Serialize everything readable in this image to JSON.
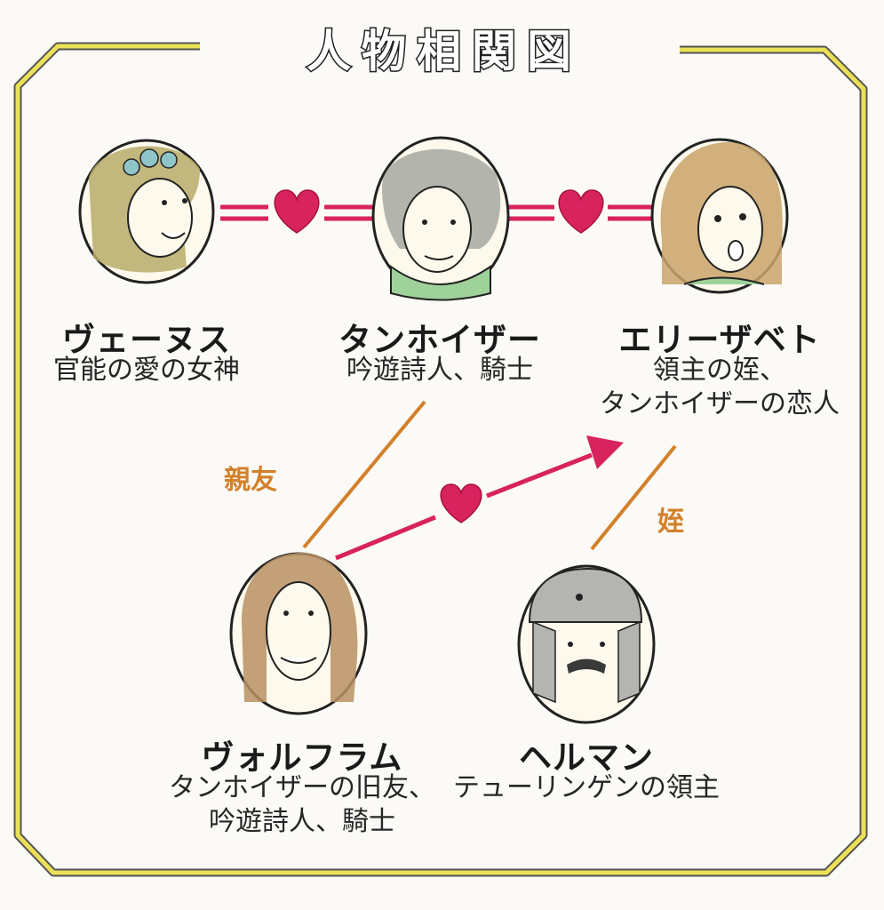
{
  "title": "人物相関図",
  "characters": {
    "venus": {
      "name": "ヴェーヌス",
      "desc": [
        "官能の愛の女神"
      ]
    },
    "tannhauser": {
      "name": "タンホイザー",
      "desc": [
        "吟遊詩人、騎士"
      ]
    },
    "elisabeth": {
      "name": "エリーザベト",
      "desc": [
        "領主の姪、",
        "タンホイザーの恋人"
      ]
    },
    "wolfram": {
      "name": "ヴォルフラム",
      "desc": [
        "タンホイザーの旧友、",
        "吟遊詩人、騎士"
      ]
    },
    "hermann": {
      "name": "ヘルマン",
      "desc": [
        "テューリンゲンの領主"
      ]
    }
  },
  "relations": {
    "friend": "親友",
    "niece": "姪"
  },
  "colors": {
    "frame": "#e8d94a",
    "love": "#d8235f",
    "relation": "#d3802a"
  }
}
